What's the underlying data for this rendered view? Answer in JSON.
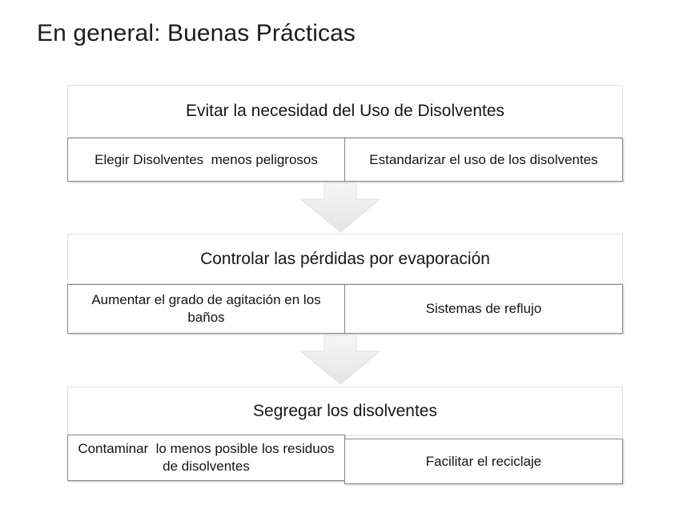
{
  "slide": {
    "title": "En general: Buenas Prácticas",
    "background_color": "#ffffff",
    "text_color": "#1a1a1a",
    "border_color": "#888888",
    "header_border_color": "#e2e2e2",
    "arrow_fill": "#ededed"
  },
  "blocks": [
    {
      "header": "Evitar la necesidad del Uso de Disolventes",
      "left": "Elegir Disolventes  menos peligrosos",
      "right": "Estandarizar el uso de los disolventes"
    },
    {
      "header": "Controlar las pérdidas por evaporación",
      "left": "Aumentar el grado de agitación en los baños",
      "right": "Sistemas de reflujo"
    },
    {
      "header": "Segregar los disolventes",
      "left": "Contaminar  lo menos posible los residuos de disolventes",
      "right": "Facilitar el reciclaje"
    }
  ],
  "connectors": [
    {
      "name": "down-arrow-1",
      "direction": "down"
    },
    {
      "name": "down-arrow-2",
      "direction": "down"
    }
  ]
}
